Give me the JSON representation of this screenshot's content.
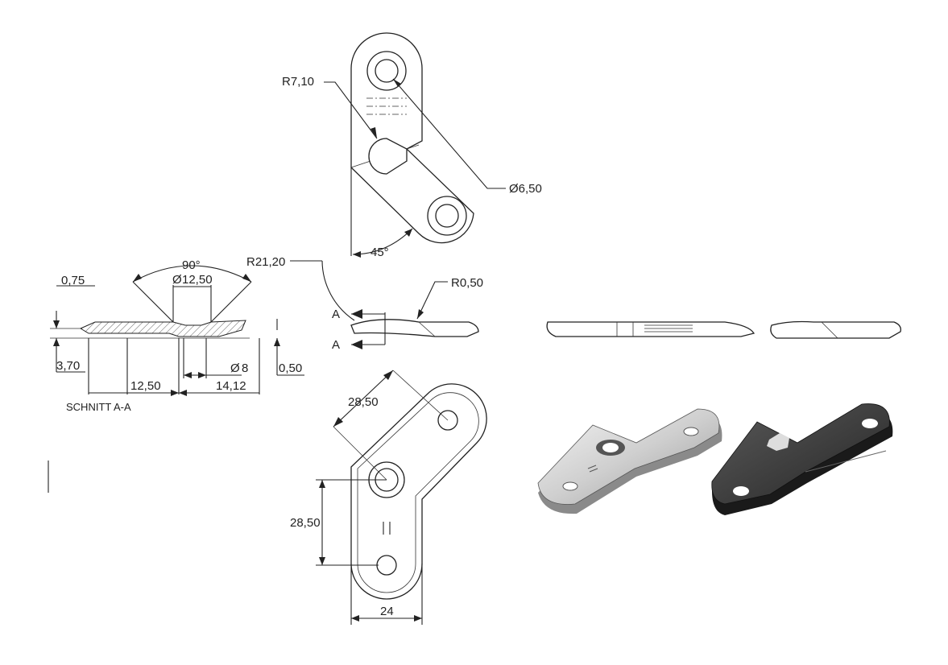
{
  "drawing": {
    "top_view": {
      "radius_small": "R7,10",
      "hole_dia": "Ø6,50",
      "angle": "45°"
    },
    "section": {
      "angle": "90°",
      "countersink_dia": "12,50",
      "thickness_top": "0,75",
      "height_left": "3,70",
      "width_left": "12,50",
      "hole_dia": "8",
      "width_right": "14,12",
      "thickness_right": "0,50",
      "title": "SCHNITT A-A"
    },
    "side_view": {
      "bend_radius": "R21,20",
      "edge_radius": "R0,50",
      "section_letter_top": "A",
      "section_letter_bottom": "A"
    },
    "front_view": {
      "length_diag": "28,50",
      "length_vert": "28,50",
      "width": "24"
    },
    "symbols": {
      "diameter": "Ø"
    },
    "colors": {
      "line": "#222222",
      "render_light": "#d9d9d9",
      "render_dark": "#3a3a3a"
    }
  }
}
